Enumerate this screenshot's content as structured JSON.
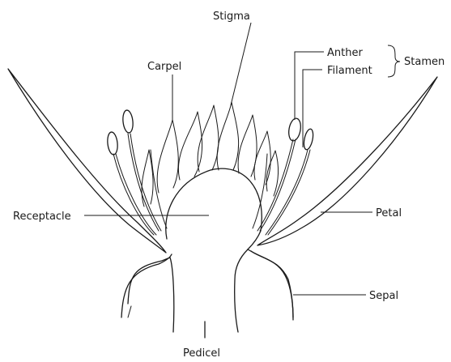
{
  "labels": {
    "stigma": "Stigma",
    "carpel": "Carpel",
    "anther": "Anther",
    "filament": "Filament",
    "stamen": "Stamen",
    "receptacle": "Receptacle",
    "petal": "Petal",
    "sepal": "Sepal",
    "pedicel": "Pedicel"
  }
}
